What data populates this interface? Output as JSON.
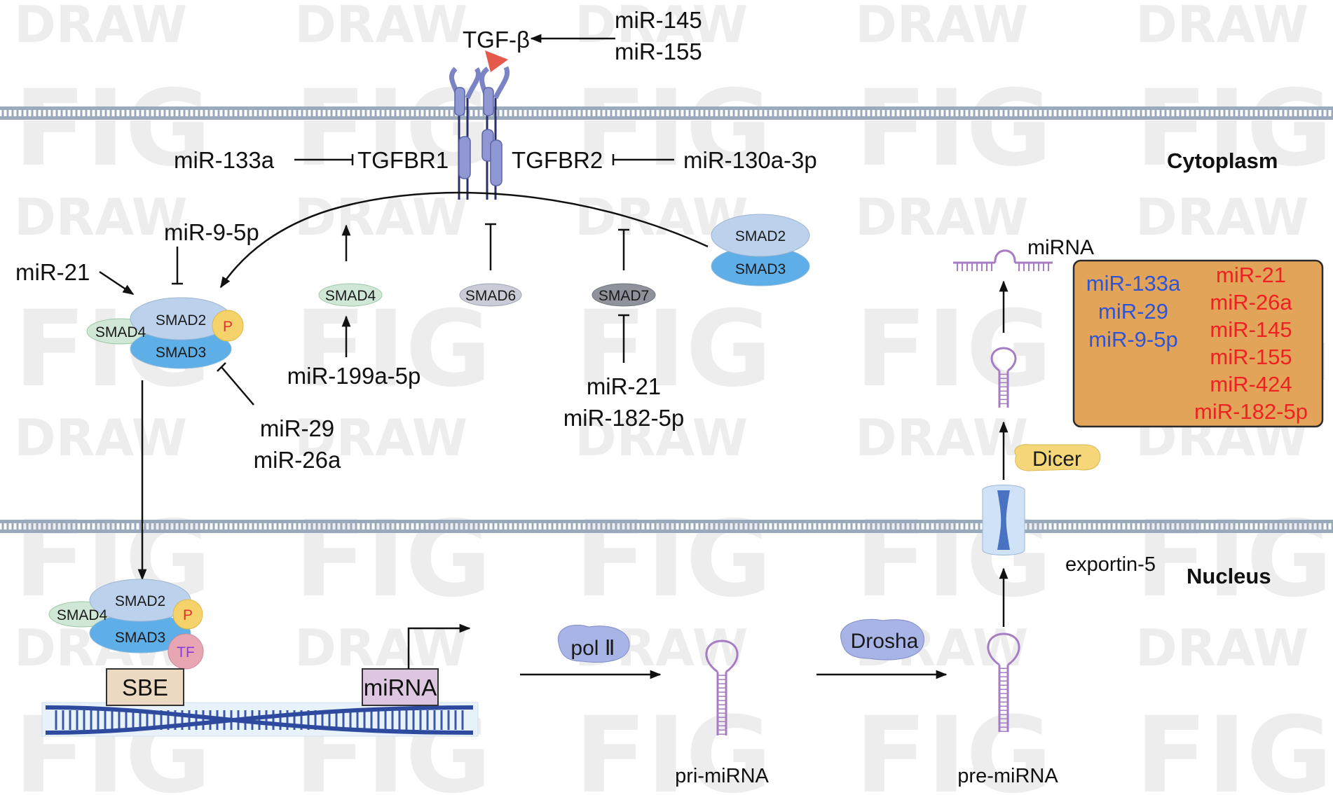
{
  "colors": {
    "membrane": "#9aa9bc",
    "box_fill": "#e2a458",
    "box_stroke": "#2b2b2b",
    "blue_text": "#2f55d6",
    "red_text": "#ee2222",
    "smad2": "#bcd2ec",
    "smad3": "#5eaee8",
    "smad4": "#cfe7d4",
    "phospho": "#f6d36a",
    "tf": "#e8a6b2",
    "tgfb": "#e55a4a",
    "receptor": "#8f98d2",
    "hairpin": "#a77cc4"
  },
  "watermark": {
    "line1": "DRAW",
    "line2": "FIG"
  },
  "compartments": {
    "cytoplasm": "Cytoplasm",
    "nucleus": "Nucleus"
  },
  "ligand": {
    "label": "TGF-β",
    "mirs": [
      "miR-145",
      "miR-155"
    ]
  },
  "receptors": {
    "r1": "TGFBR1",
    "r1_mir": "miR-133a",
    "r2": "TGFBR2",
    "r2_mir": "miR-130a-3p"
  },
  "smads": {
    "smad2": "SMAD2",
    "smad3": "SMAD3",
    "smad4": "SMAD4",
    "smad6": "SMAD6",
    "smad7": "SMAD7",
    "phospho": "P",
    "tf": "TF"
  },
  "regulators": {
    "mir21": "miR-21",
    "mir95p": "miR-9-5p",
    "mir29": "miR-29",
    "mir26a": "miR-26a",
    "mir199": "miR-199a-5p",
    "smad7_mirs": [
      "miR-21",
      "miR-182-5p"
    ]
  },
  "nucleus": {
    "sbe": "SBE",
    "gene": "miRNA",
    "pol": "pol Ⅱ",
    "drosha": "Drosha",
    "pri": "pri-miRNA",
    "pre": "pre-miRNA",
    "exportin": "exportin-5",
    "dicer": "Dicer",
    "mature": "miRNA"
  },
  "mirna_box": {
    "left": [
      "miR-133a",
      "miR-29",
      "miR-9-5p"
    ],
    "right": [
      "miR-21",
      "miR-26a",
      "miR-145",
      "miR-155",
      "miR-424",
      "miR-182-5p"
    ]
  }
}
